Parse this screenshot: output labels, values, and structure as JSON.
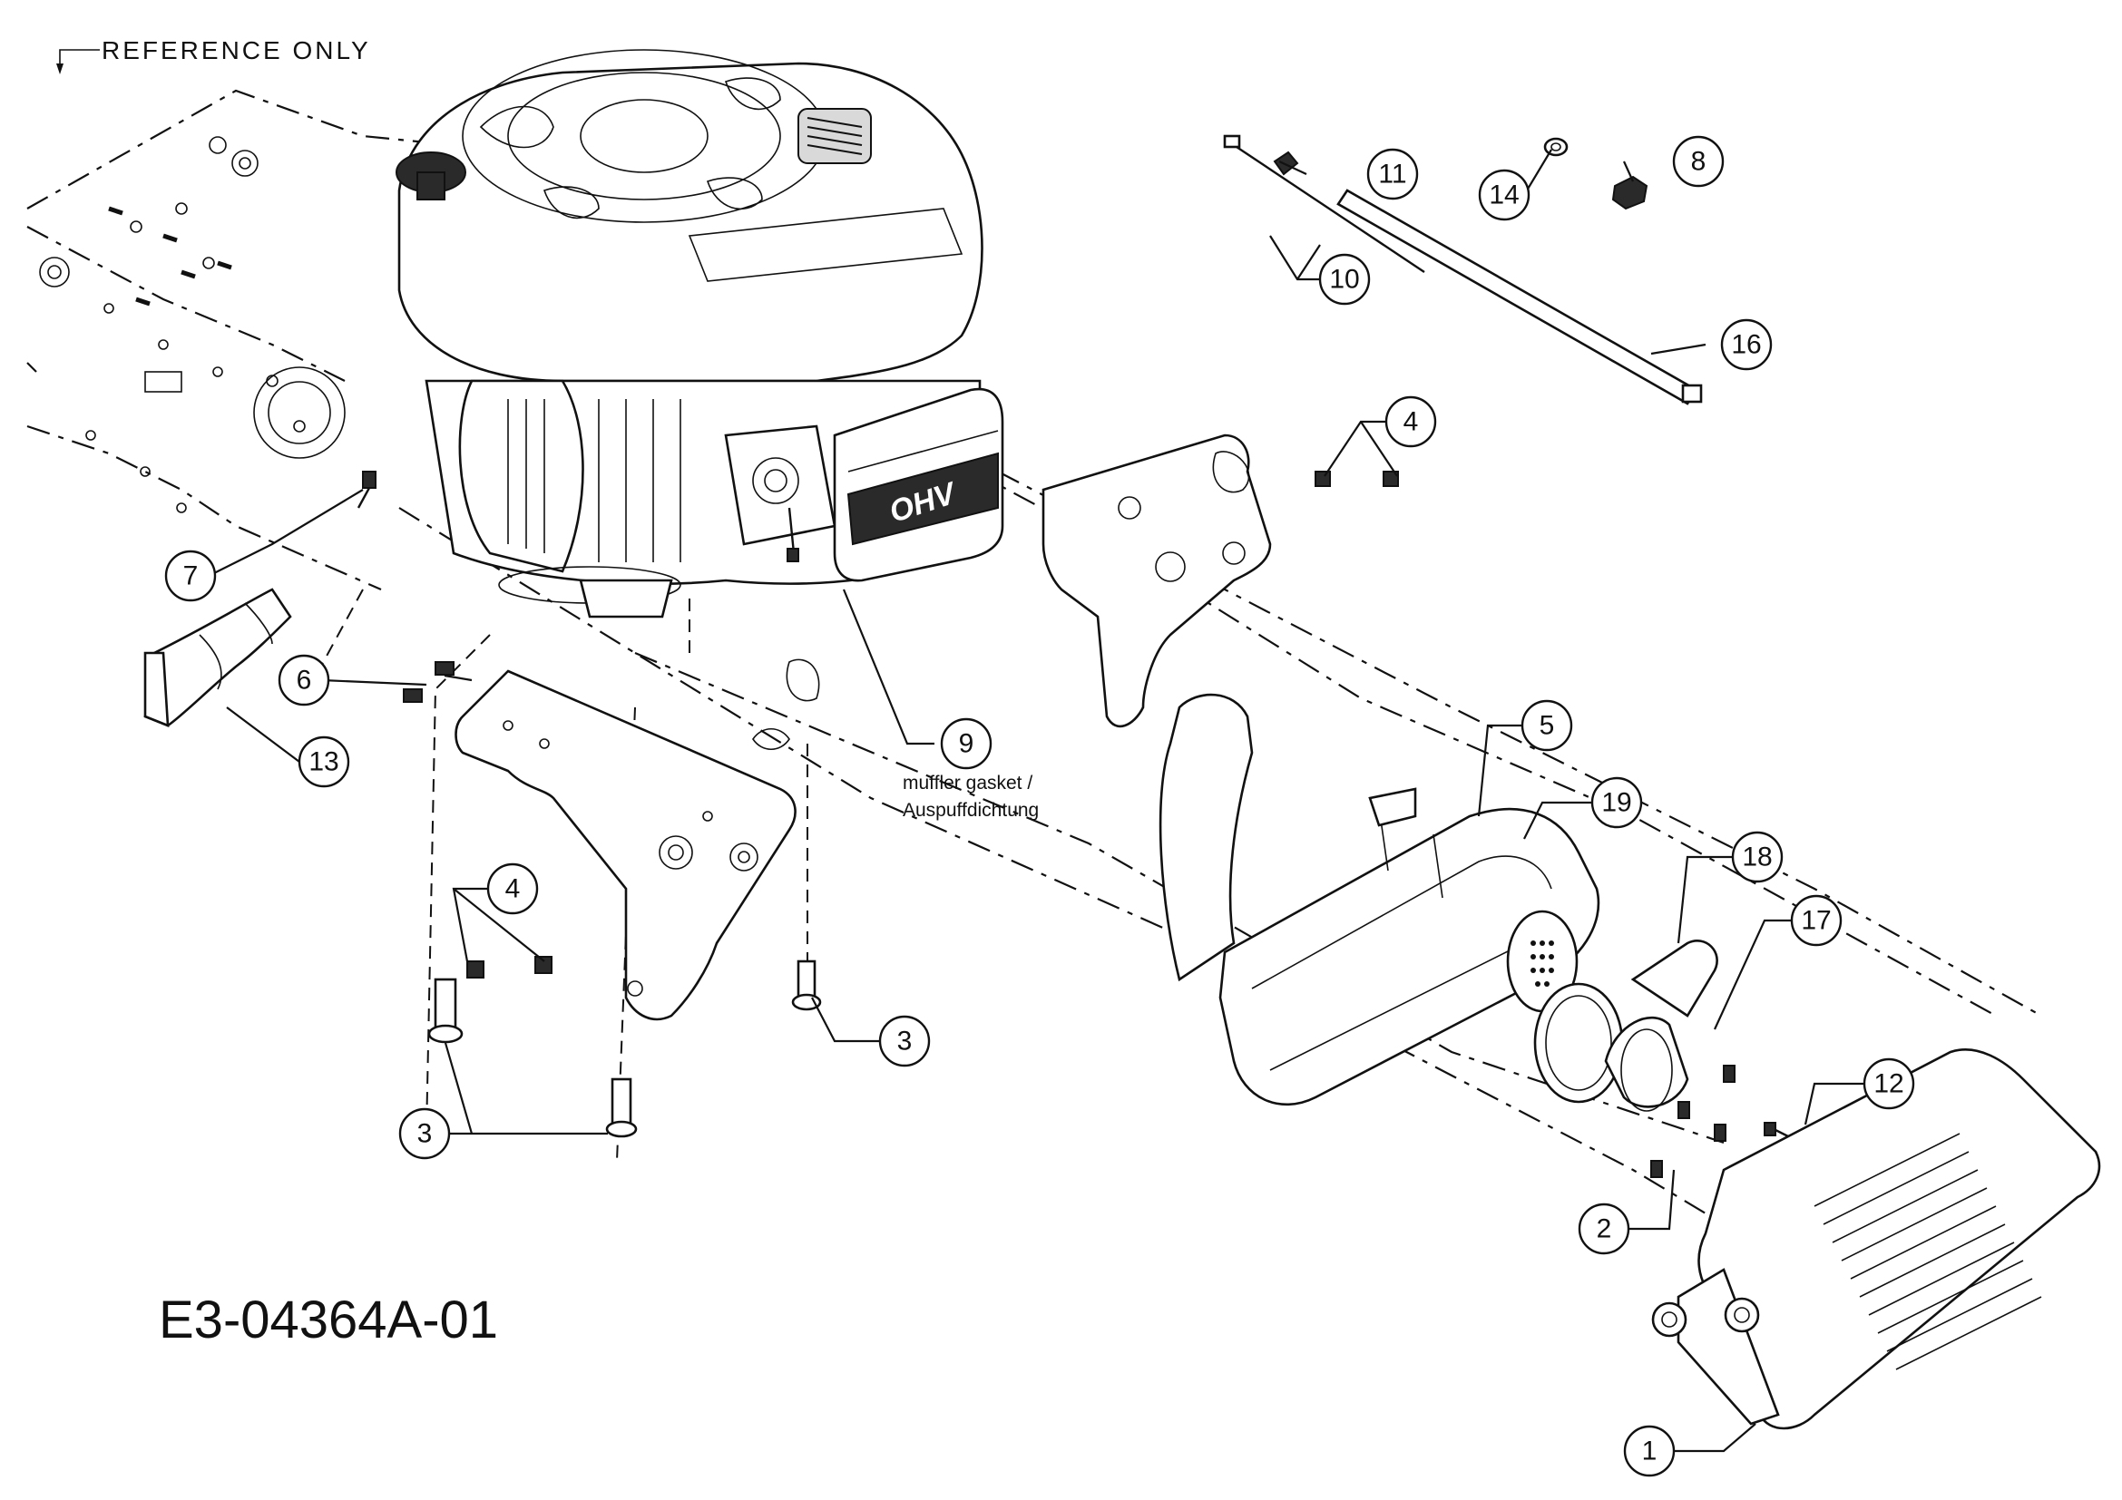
{
  "reference_label": "REFERENCE ONLY",
  "drawing_number": "E3-04364A-01",
  "engine_badge": "OHV",
  "note_9": {
    "line1": "muffler gasket /",
    "line2": "Auspuffdichtung"
  },
  "callouts": {
    "c1": "1",
    "c2": "2",
    "c3a": "3",
    "c3b": "3",
    "c4a": "4",
    "c4b": "4",
    "c5": "5",
    "c6": "6",
    "c7": "7",
    "c8": "8",
    "c9": "9",
    "c10": "10",
    "c11": "11",
    "c12": "12",
    "c13": "13",
    "c14": "14",
    "c16": "16",
    "c17": "17",
    "c18": "18",
    "c19": "19"
  }
}
